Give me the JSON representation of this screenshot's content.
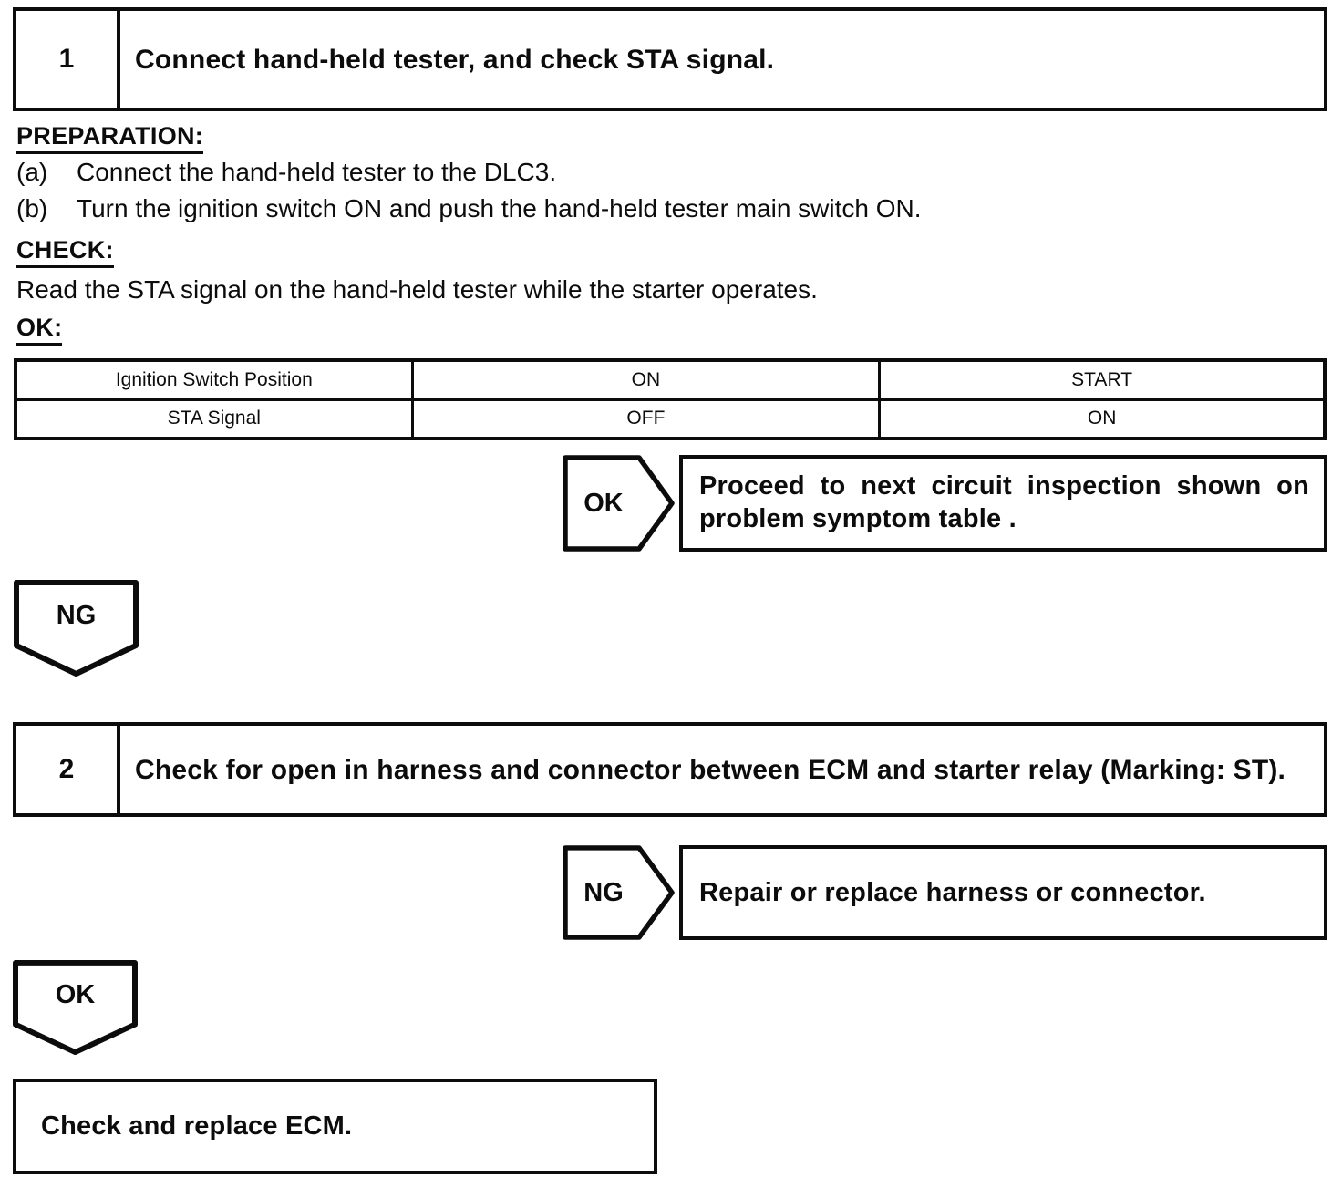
{
  "steps": [
    {
      "number": "1",
      "title": "Connect hand-held tester, and check STA signal."
    },
    {
      "number": "2",
      "title": "Check for open in harness and connector between ECM and starter relay (Mark­ing: ST)."
    }
  ],
  "sections": {
    "preparation": {
      "heading": "PREPARATION:",
      "items": [
        {
          "label": "(a)",
          "text": "Connect the hand-held tester to the DLC3."
        },
        {
          "label": "(b)",
          "text": "Turn the ignition switch ON and push the hand-held tester main switch ON."
        }
      ]
    },
    "check": {
      "heading": "CHECK:",
      "text": "Read the STA signal on the hand-held tester while the starter operates."
    },
    "ok": {
      "heading": "OK:"
    }
  },
  "table": {
    "rows": [
      [
        "Ignition Switch Position",
        "ON",
        "START"
      ],
      [
        "STA Signal",
        "OFF",
        "ON"
      ]
    ]
  },
  "flow": {
    "ok_branch": {
      "label": "OK",
      "result": "Proceed to next circuit inspection shown on problem symptom table ."
    },
    "ng_down": {
      "label": "NG"
    },
    "ng_branch": {
      "label": "NG",
      "result": "Repair or replace harness or connector."
    },
    "ok_down": {
      "label": "OK"
    },
    "final": {
      "text": "Check and replace ECM."
    }
  },
  "colors": {
    "ink": "#0c0c0c",
    "paper": "#ffffff"
  }
}
